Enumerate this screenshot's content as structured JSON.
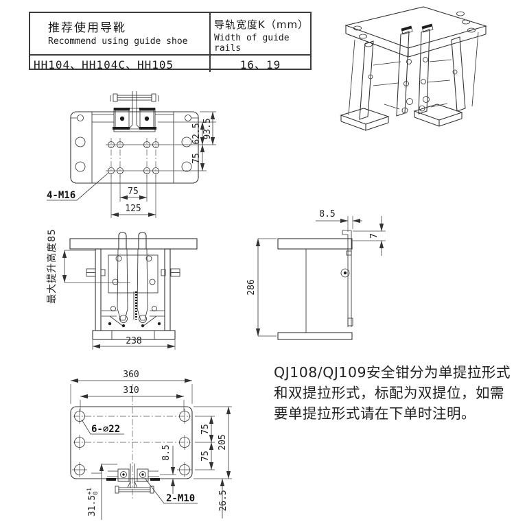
{
  "table": {
    "header": {
      "recommend_zh": "推荐使用导靴",
      "recommend_en": "Recommend using guide shoe",
      "rail_width_zh": "导轨宽度K（mm）",
      "rail_width_en": "Width of guide rails"
    },
    "row": {
      "models": "HH104、HH104C、HH105",
      "widths": "16、19"
    }
  },
  "plan_view": {
    "thread_label": "4-M16",
    "dims": {
      "d62_5": "62.5",
      "d93_5": "93.5",
      "d75_right": "75",
      "d75_bottom": "75",
      "d125": "125"
    }
  },
  "front_view": {
    "max_lift_label": "最大提升高度85",
    "dims": {
      "d238": "238"
    }
  },
  "side_view": {
    "dims": {
      "d8_5": "8.5",
      "d7": "7",
      "d286": "286"
    }
  },
  "bottom_view": {
    "hole_label": "6-∅22",
    "thread_label": "2-M10",
    "dims": {
      "d360": "360",
      "d310": "310",
      "d75_upper": "75",
      "d75_lower": "75",
      "d205": "205",
      "d8_5": "8.5",
      "d31_5": "31.5",
      "d31_5_tol_upper": "+1",
      "d31_5_tol_lower": "0",
      "d26_5": "26.5"
    }
  },
  "note": {
    "line1": "QJ108/QJ109安全钳分为单提拉形式",
    "line2": "和双提拉形式，标配为双提位，如需",
    "line3": "要单提拉形式请在下单时注明。"
  }
}
